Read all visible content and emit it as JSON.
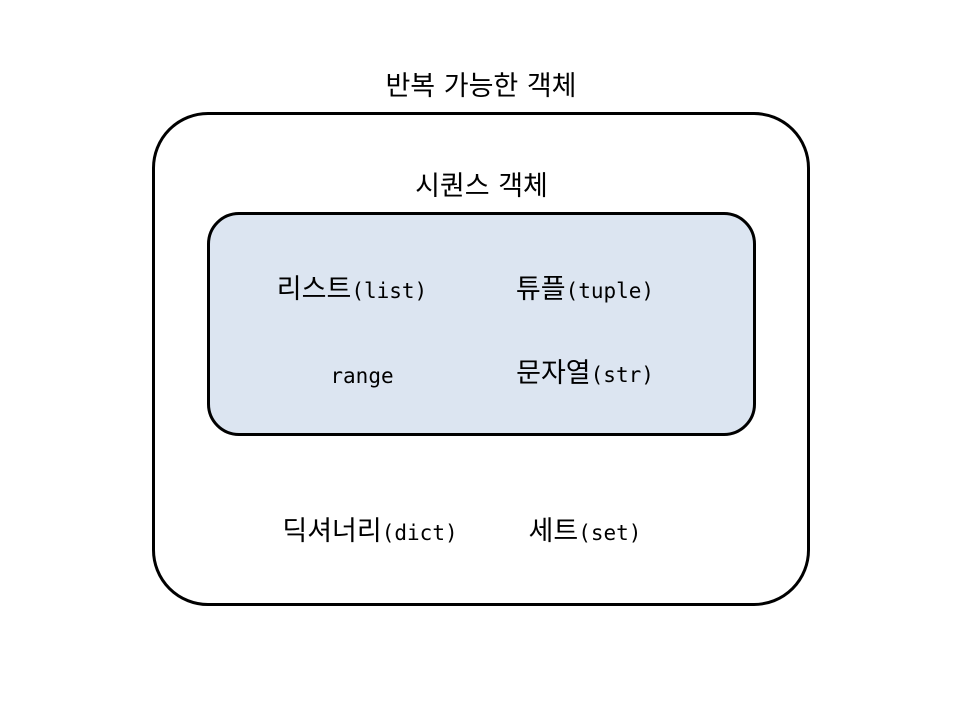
{
  "diagram": {
    "title": "반복 가능한 객체",
    "outer_set": {
      "label": "반복 가능한 객체",
      "fill_color": "#ffffff",
      "border_color": "#000000"
    },
    "inner_set": {
      "label": "시퀀스 객체",
      "fill_color": "#dce5f1",
      "border_color": "#000000"
    },
    "sequence_items": [
      {
        "korean": "리스트",
        "english": "(list)"
      },
      {
        "korean": "튜플",
        "english": "(tuple)"
      },
      {
        "korean": "",
        "english": "range"
      },
      {
        "korean": "문자열",
        "english": "(str)"
      }
    ],
    "iterable_only_items": [
      {
        "korean": "딕셔너리",
        "english": "(dict)"
      },
      {
        "korean": "세트",
        "english": "(set)"
      }
    ]
  }
}
